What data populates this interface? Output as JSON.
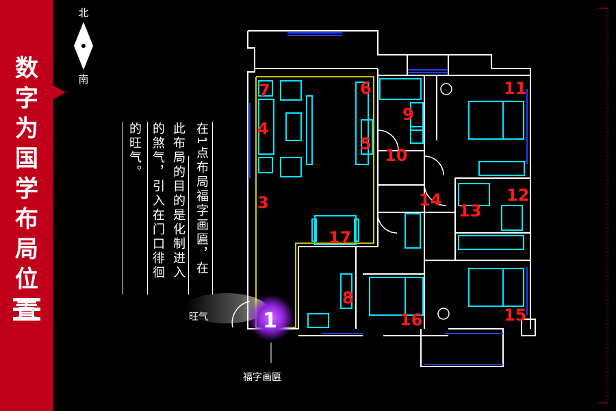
{
  "sidebar": {
    "title_chars": [
      "数",
      "字",
      "为",
      "国",
      "学",
      "布",
      "局",
      "位",
      "置"
    ],
    "accent_color": "#c0001a"
  },
  "compass": {
    "north": "北",
    "south": "南"
  },
  "description": {
    "columns": [
      "在1点布局福字画匾，在",
      "此布局的目的是化制进入",
      "的煞气，引入在门口徘徊",
      "的旺气。"
    ]
  },
  "labels": {
    "wangqi": "旺气",
    "fuzi": "福字画匾"
  },
  "room_numbers": [
    "1",
    "3",
    "4",
    "5",
    "6",
    "7",
    "8",
    "9",
    "10",
    "11",
    "12",
    "13",
    "14",
    "15",
    "16",
    "17"
  ],
  "colors": {
    "wall": "#ffffff",
    "window": "#1f3cff",
    "furniture": "#00e5ff",
    "zone": "#ffff00",
    "number": "#ff1a1a",
    "highlight": "#a020f0"
  }
}
